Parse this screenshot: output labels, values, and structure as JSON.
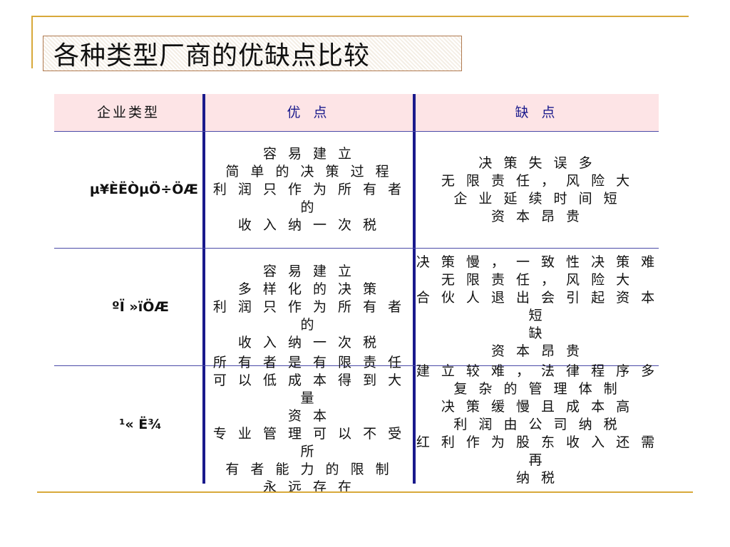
{
  "title": "各种类型厂商的优缺点比较",
  "table": {
    "headers": [
      "企业类型",
      "优 点",
      "缺 点"
    ],
    "rows": [
      {
        "type": "µ¥ÈËÒµÖ÷ÖÆ",
        "pros": [
          "容 易 建 立",
          "简 单 的 决 策 过 程",
          "利 润 只 作 为 所 有 者 的",
          "收 入 纳 一 次 税"
        ],
        "cons": [
          "决 策 失 误 多",
          "无 限 责 任 ， 风 险 大",
          "企 业 延 续 时 间 短",
          "资 本 昂 贵"
        ]
      },
      {
        "type": "ºÏ »ïÖÆ",
        "pros": [
          "容 易 建 立",
          "多 样 化 的 决 策",
          "利 润 只 作 为 所 有 者 的",
          "收 入 纳 一 次 税"
        ],
        "cons": [
          "决 策 慢 ， 一 致 性 决 策 难",
          "无 限 责 任 ， 风 险 大",
          "合 伙 人 退 出 会 引 起 资 本 短",
          "缺",
          "资 本 昂 贵"
        ]
      },
      {
        "type": "¹« Ë¾",
        "pros": [
          "所 有 者 是 有 限 责 任",
          "可 以 低 成 本 得 到 大 量",
          "资 本",
          "专 业 管 理 可 以 不 受 所",
          "有 者 能 力 的 限 制",
          "永 远 存 在"
        ],
        "cons": [
          "建 立 较 难 ， 法 律 程 序 多",
          "复 杂 的 管 理 体 制",
          "决 策 缓 慢 且 成 本 高",
          "利 润 由 公 司 纳 税",
          "红 利 作 为 股 东 收 入 还 需 再",
          "纳 税"
        ]
      }
    ]
  },
  "colors": {
    "accent_rule": "#d8a93a",
    "header_bg": "#fde4e6",
    "column_divider": "#1a1a8c"
  }
}
